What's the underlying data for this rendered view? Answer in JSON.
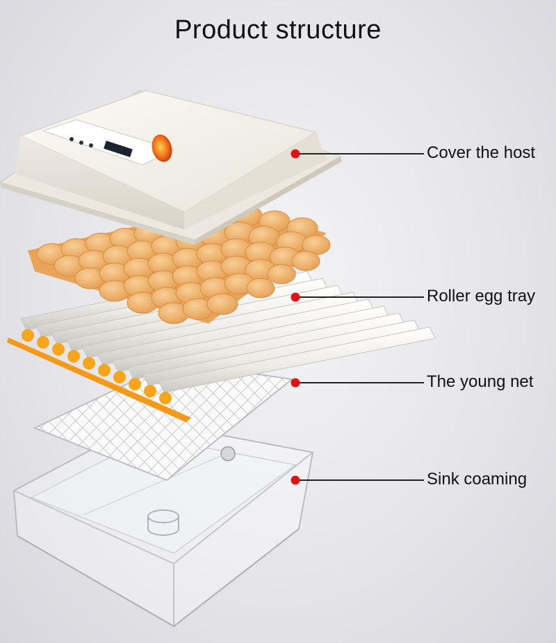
{
  "title": "Product structure",
  "parts": [
    {
      "label": "Cover the host"
    },
    {
      "label": "Roller egg tray"
    },
    {
      "label": "The young net"
    },
    {
      "label": "Sink coaming"
    }
  ],
  "colors": {
    "marker": "#e01414",
    "leader": "#222222",
    "cover": "#f3f0ea",
    "egg_cup": "#f0b46e",
    "roller": "#f5f4f0",
    "roller_gear": "#f7a51a"
  }
}
